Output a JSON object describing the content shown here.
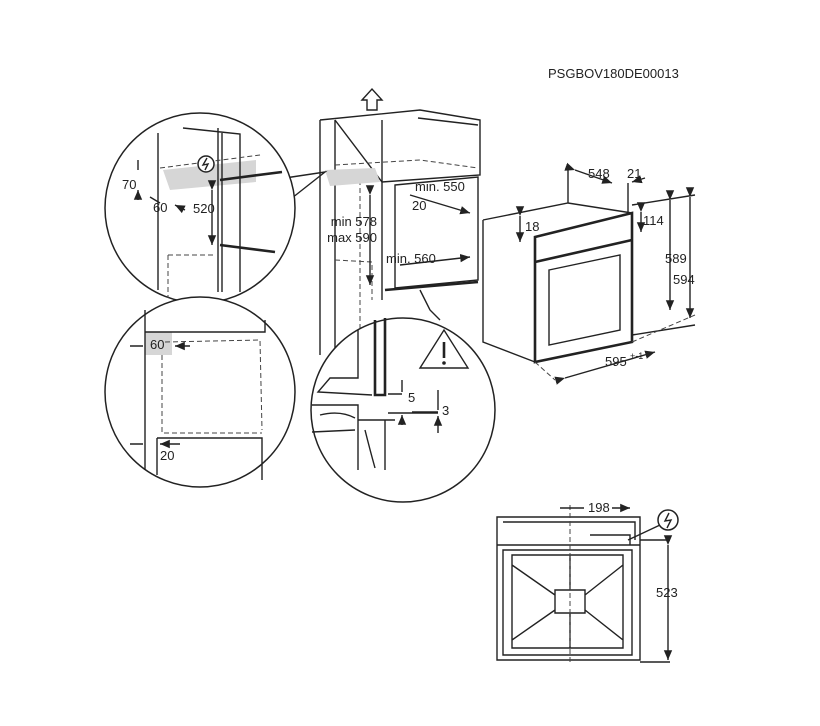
{
  "document_code": "PSGBOV180DE00013",
  "detail_top_left": {
    "height_70": "70",
    "depth_60": "60",
    "height_520": "520"
  },
  "cabinet": {
    "min_height": "min 578",
    "max_height": "max 590",
    "min_depth": "min. 550",
    "gap_20": "20",
    "min_width": "min. 560"
  },
  "detail_bottom_left": {
    "width_60": "60",
    "gap_20": "20"
  },
  "detail_bottom": {
    "gap_5": "5",
    "gap_3": "3"
  },
  "oven": {
    "depth_548": "548",
    "front_21": "21",
    "top_18": "18",
    "panel_114": "114",
    "height_589": "589",
    "height_594": "594",
    "width_595": "595",
    "width_tolerance": "+-1"
  },
  "rear_view": {
    "offset_198": "198",
    "height_523": "523"
  },
  "colors": {
    "line": "#222222",
    "shade": "#d6d6d6"
  }
}
